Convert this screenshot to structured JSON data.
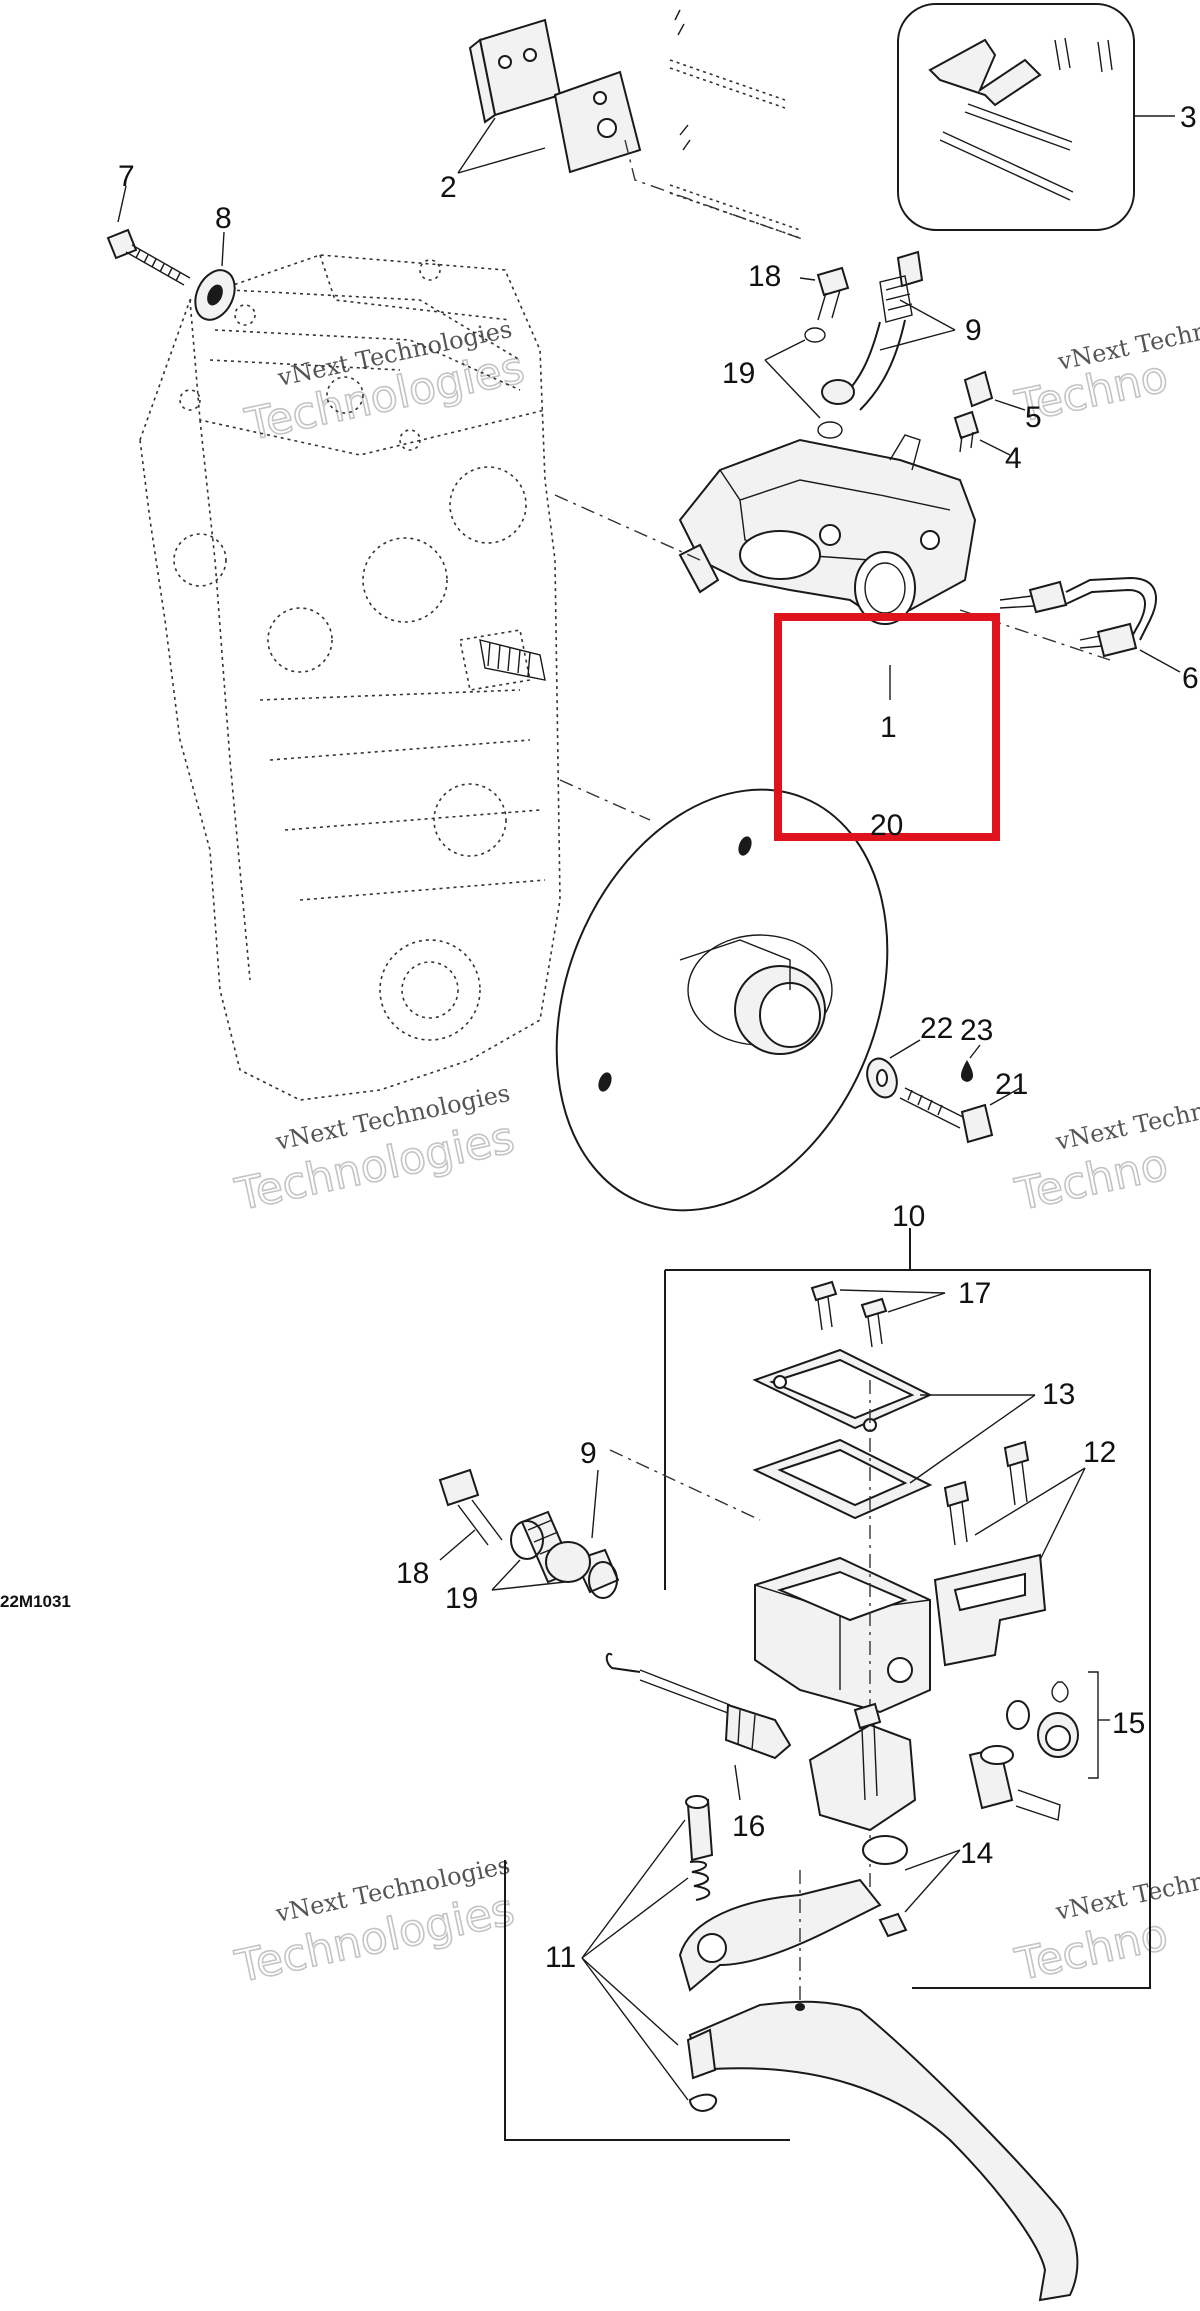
{
  "diagram_code": "22M1031",
  "watermark": {
    "line1": "vNext Technologies",
    "line2": "Technologies",
    "partial_top": "vNext Techn",
    "partial_bottom": "Techno"
  },
  "callouts": [
    {
      "id": "c1",
      "label": "1"
    },
    {
      "id": "c2",
      "label": "2"
    },
    {
      "id": "c3",
      "label": "3"
    },
    {
      "id": "c4",
      "label": "4"
    },
    {
      "id": "c5",
      "label": "5"
    },
    {
      "id": "c6",
      "label": "6"
    },
    {
      "id": "c7",
      "label": "7"
    },
    {
      "id": "c8",
      "label": "8"
    },
    {
      "id": "c9a",
      "label": "9"
    },
    {
      "id": "c9b",
      "label": "9"
    },
    {
      "id": "c10",
      "label": "10"
    },
    {
      "id": "c11",
      "label": "11"
    },
    {
      "id": "c12",
      "label": "12"
    },
    {
      "id": "c13",
      "label": "13"
    },
    {
      "id": "c14",
      "label": "14"
    },
    {
      "id": "c15",
      "label": "15"
    },
    {
      "id": "c16",
      "label": "16"
    },
    {
      "id": "c17",
      "label": "17"
    },
    {
      "id": "c18a",
      "label": "18"
    },
    {
      "id": "c18b",
      "label": "18"
    },
    {
      "id": "c19a",
      "label": "19"
    },
    {
      "id": "c19b",
      "label": "19"
    },
    {
      "id": "c20",
      "label": "20"
    },
    {
      "id": "c21",
      "label": "21"
    },
    {
      "id": "c22",
      "label": "22"
    },
    {
      "id": "c23",
      "label": "23"
    }
  ],
  "highlight": {
    "color": "#e0131c",
    "target": "1"
  }
}
